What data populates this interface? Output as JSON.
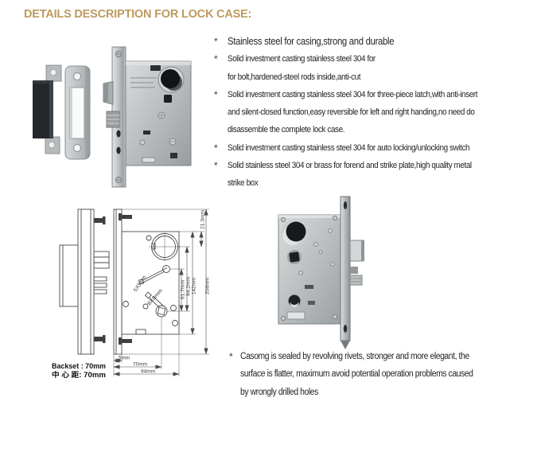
{
  "title": "DETAILS DESCRIPTION FOR LOCK CASE:",
  "bullet_marker": "*",
  "bullets": [
    {
      "lines": [
        "Stainless steel for casing,strong and durable"
      ]
    },
    {
      "lines": [
        "Solid investment casting stainless steel 304 for",
        "for bolt,hardened-steel rods inside,anti-cut"
      ]
    },
    {
      "lines": [
        "Solid investment casting stainless steel 304 for three-piece latch,with anti-insert",
        "and silent-closed function,easy reversible for left and right handing,no need do",
        "disassemble the complete lock case."
      ]
    },
    {
      "lines": [
        "Solid investment casting stainless steel 304 for auto locking/unlocking switch"
      ]
    },
    {
      "lines": [
        "Solid stainless steel 304 or brass for forend and strike plate,high quality metal",
        "strike box"
      ]
    }
  ],
  "note": {
    "lines": [
      "Casomg is sealed by revolving rivets, stronger and more elegant, the",
      "surface is flatter, maximum avoid potential operation problems caused",
      "by wrongly drilled holes"
    ]
  },
  "drawing": {
    "backset_label": "Backset : 70mm",
    "center_label": "中 心 距: 70mm",
    "square5": "5X5mm",
    "square8": "8X8mm",
    "dims": {
      "d21_3": "21.3mm",
      "d61_7": "61.7mm",
      "d94_2": "94.2mm",
      "d142": "142mm",
      "d204": "204mm",
      "d5": "5mm",
      "d70": "70mm",
      "d94": "94mm"
    }
  },
  "colors": {
    "title": "#bd9a5e",
    "body_text": "#242424",
    "drawing_line": "#4a4a4a",
    "metal_light": "#d7dadb",
    "metal_mid": "#b3b7b9",
    "dust_box_black": "#24282c",
    "background": "#ffffff"
  }
}
